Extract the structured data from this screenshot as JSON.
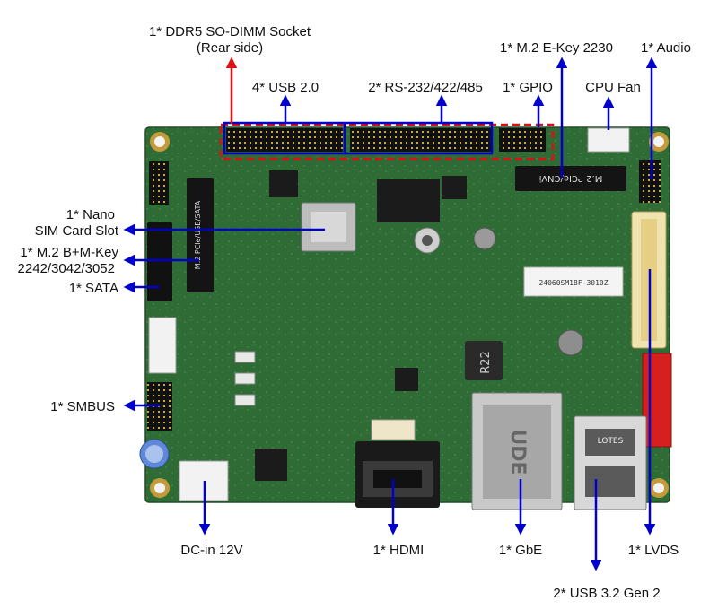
{
  "labels": {
    "ddr5_line1": "1* DDR5 SO-DIMM Socket",
    "ddr5_line2": "(Rear side)",
    "usb20": "4* USB 2.0",
    "rs232": "2* RS-232/422/485",
    "gpio": "1* GPIO",
    "m2_ekey": "1* M.2 E-Key 2230",
    "audio": "1* Audio",
    "cpu_fan": "CPU Fan",
    "nano_sim_line1": "1* Nano",
    "nano_sim_line2": "SIM Card Slot",
    "m2_bm_line1": "1* M.2 B+M-Key",
    "m2_bm_line2": "2242/3042/3052",
    "sata": "1* SATA",
    "smbus": "1* SMBUS",
    "dc_in": "DC-in 12V",
    "hdmi": "1* HDMI",
    "gbe": "1* GbE",
    "lvds": "1* LVDS",
    "usb32": "2* USB 3.2 Gen 2"
  },
  "board_marks": {
    "m2_ekey_silk": "M.2 PCIe/CNVi",
    "m2_bm_silk": "M.2 PCIe/USB/SATA",
    "inductor": "R22",
    "rj45_brand": "UDE",
    "usb_brand": "LOTES",
    "label_sticker": "24060SM18F-3010Z"
  },
  "colors": {
    "pcb": "#2e6b35",
    "arrow_blue": "#0000cc",
    "arrow_red": "#dd1111",
    "highlight_red": "#dd1111",
    "highlight_blue": "#0000cc"
  }
}
